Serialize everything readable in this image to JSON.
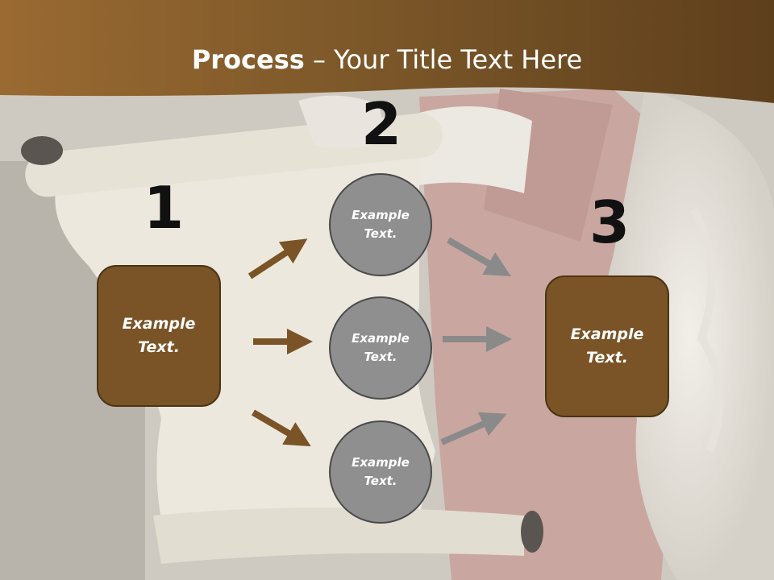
{
  "title": {
    "bold": "Process",
    "rest": " – Your Title Text Here"
  },
  "colors": {
    "header": "#7a5628",
    "box_fill": "#7a5426",
    "circle_fill": "#8f8f8f",
    "arrow_brown": "#7a5426",
    "arrow_gray": "#8a8a8a"
  },
  "steps": {
    "step1": {
      "number": "1",
      "text_line1": "Example",
      "text_line2": "Text."
    },
    "step2": {
      "number": "2",
      "items": [
        {
          "text_line1": "Example",
          "text_line2": "Text."
        },
        {
          "text_line1": "Example",
          "text_line2": "Text."
        },
        {
          "text_line1": "Example",
          "text_line2": "Text."
        }
      ]
    },
    "step3": {
      "number": "3",
      "text_line1": "Example",
      "text_line2": "Text."
    }
  }
}
